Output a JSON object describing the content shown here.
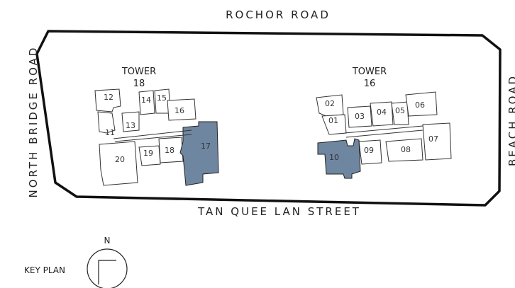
{
  "roads": {
    "top": "ROCHOR ROAD",
    "bottom": "TAN QUEE LAN STREET",
    "left": "NORTH BRIDGE ROAD",
    "right": "BEACH ROAD"
  },
  "towers": [
    {
      "label": "TOWER",
      "number": "18"
    },
    {
      "label": "TOWER",
      "number": "16"
    }
  ],
  "units": {
    "u12": "12",
    "u11": "11",
    "u13": "13",
    "u14": "14",
    "u15": "15",
    "u16": "16",
    "u17": "17",
    "u18": "18",
    "u19": "19",
    "u20": "20",
    "u01": "01",
    "u02": "02",
    "u03": "03",
    "u04": "04",
    "u05": "05",
    "u06": "06",
    "u07": "07",
    "u08": "08",
    "u09": "09",
    "u10": "10"
  },
  "highlight_color": "#6f86a0",
  "key_plan": {
    "label": "KEY PLAN",
    "north": "N"
  }
}
